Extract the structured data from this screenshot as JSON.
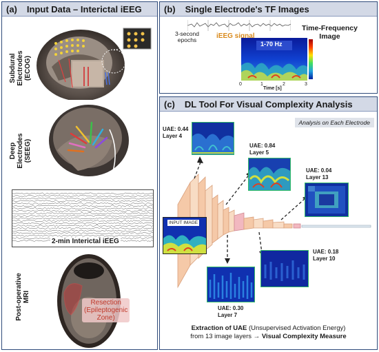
{
  "panel_a": {
    "label": "(a)",
    "title": "Input Data – Interictal iEEG",
    "ecog_label_lines": [
      "Subdural",
      "Electrodes",
      "(ECOG)"
    ],
    "seeg_label_lines": [
      "Deep",
      "Electrodes",
      "(SEEG)"
    ],
    "ieeg_caption": "2-min Interictal iEEG",
    "mri_label_lines": [
      "Post-operative",
      "MRI"
    ],
    "resection_lines": [
      "Resection",
      "(Epileptogenic",
      "Zone)"
    ]
  },
  "panel_b": {
    "label": "(b)",
    "title": "Single Electrode's TF Images",
    "epochs_lines": [
      "3-second",
      "epochs"
    ],
    "signal_label": "iEEG signal",
    "tf_title_lines": [
      "Time-Frequency",
      "Image"
    ],
    "freq_label": "1-70 Hz",
    "x_ticks": [
      "0",
      "1",
      "2",
      "3"
    ],
    "x_axis_label": "Time [s]"
  },
  "panel_c": {
    "label": "(c)",
    "title": "DL Tool For Visual Complexity Analysis",
    "note": "Analysis on Each Electrode",
    "input_label": "INPUT IMAGE",
    "layers": [
      {
        "uae": "UAE: 0.44",
        "layer": "Layer 4"
      },
      {
        "uae": "UAE: 0.84",
        "layer": "Layer 5"
      },
      {
        "uae": "UAE: 0.04",
        "layer": "Layer 13"
      },
      {
        "uae": "UAE: 0.18",
        "layer": "Layer 10"
      },
      {
        "uae": "UAE: 0.30",
        "layer": "Layer 7"
      }
    ],
    "caption_line1_bold": "Extraction of UAE",
    "caption_line1_rest": " (Unsupervised Activation Energy)",
    "caption_line2_rest": "from 13 image layers → ",
    "caption_line2_bold": "Visual Complexity Measure"
  },
  "colors": {
    "panel_border": "#2e4a7a",
    "header_fill": "#d3d9e6",
    "signal_orange": "#d98a1c",
    "resection_red": "#c0392b",
    "cnn_block": "#f5c9a8",
    "cnn_block_pink": "#f2b8c0"
  }
}
